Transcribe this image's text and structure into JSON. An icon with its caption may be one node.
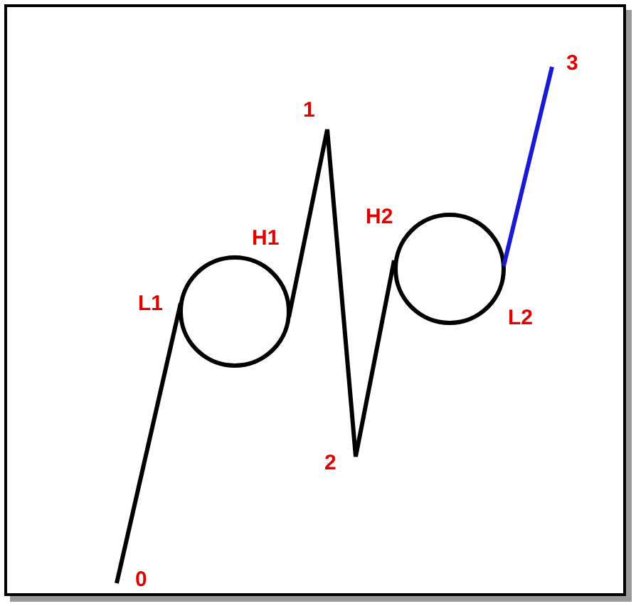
{
  "diagram": {
    "labels": [
      "3",
      "1",
      "H2",
      "H1",
      "L1",
      "L2",
      "2",
      "0"
    ]
  }
}
